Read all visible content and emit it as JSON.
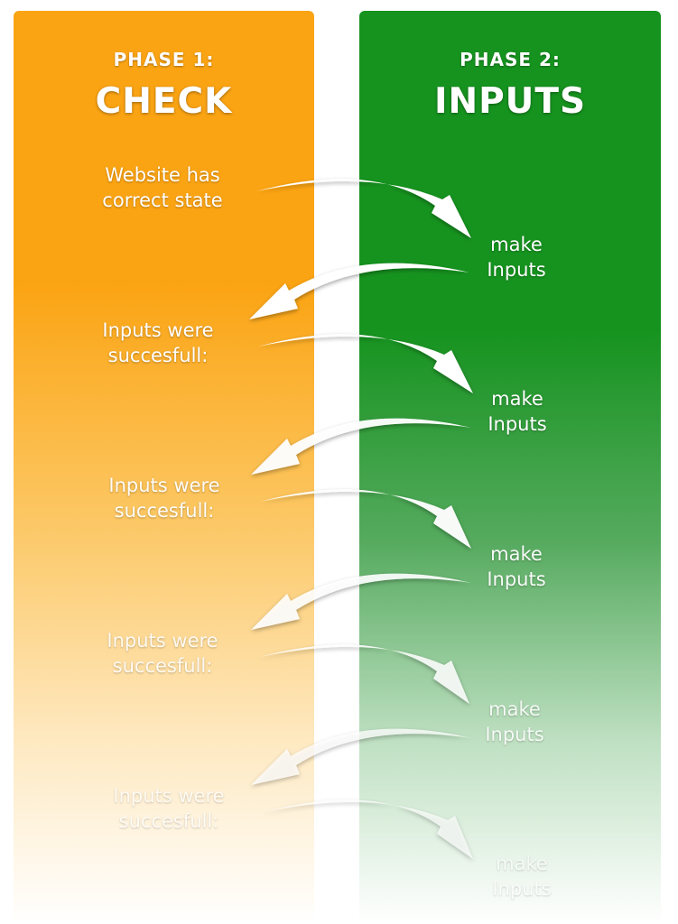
{
  "phases": [
    {
      "label": "PHASE 1:",
      "title": "CHECK",
      "color": "#fba413"
    },
    {
      "label": "PHASE 2:",
      "title": "INPUTS",
      "color": "#16931f"
    }
  ],
  "check_steps": [
    {
      "line1": "Website has",
      "line2": "correct state"
    },
    {
      "line1": "Inputs were",
      "line2": "succesfull:"
    },
    {
      "line1": "Inputs were",
      "line2": "succesfull:"
    },
    {
      "line1": "Inputs were",
      "line2": "succesfull:"
    },
    {
      "line1": "Inputs were",
      "line2": "succesfull:"
    }
  ],
  "input_steps": [
    {
      "line1": "make",
      "line2": "Inputs"
    },
    {
      "line1": "make",
      "line2": "Inputs"
    },
    {
      "line1": "make",
      "line2": "Inputs"
    },
    {
      "line1": "make",
      "line2": "Inputs"
    },
    {
      "line1": "make",
      "line2": "Inputs"
    }
  ]
}
